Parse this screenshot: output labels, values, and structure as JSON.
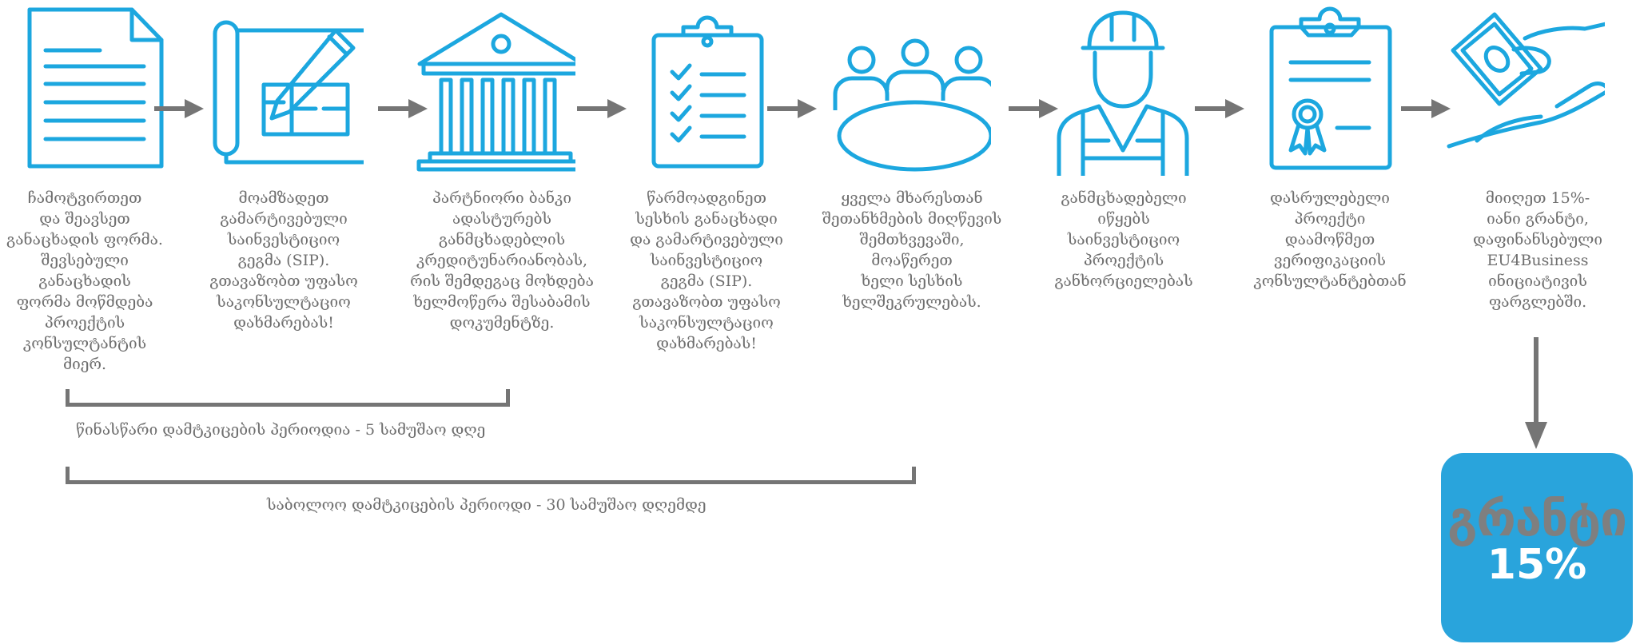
{
  "colors": {
    "icon_stroke": "#1ca7df",
    "arrow": "#757575",
    "grant_box": "#29a4dc",
    "text": "#6f6f6f"
  },
  "steps": [
    {
      "icon": "document-icon",
      "lines": [
        "ჩამოტვირთეთ",
        "და შეავსეთ",
        "განაცხადის ფორმა.",
        "შევსებული",
        "განაცხადის",
        "ფორმა მოწმდება",
        "პროექტის",
        "კონსულტანტის",
        "მიერ."
      ]
    },
    {
      "icon": "blueprint-pencil-icon",
      "lines": [
        "მოამზადეთ",
        "გამარტივებული",
        "საინვესტიციო",
        "გეგმა (SIP).",
        "გთავაზობთ უფასო",
        "საკონსულტაციო",
        "დახმარებას!"
      ]
    },
    {
      "icon": "bank-icon",
      "lines": [
        "პარტნიორი ბანკი",
        "ადასტურებს",
        "განმცხადებლის",
        "კრედიტუნარიანობას,",
        "რის შემდეგაც მოხდება",
        "ხელმოწერა შესაბამის",
        "დოკუმენტზე."
      ]
    },
    {
      "icon": "checklist-clipboard-icon",
      "lines": [
        "წარმოადგინეთ",
        "სესხის განაცხადი",
        "და გამარტივებული",
        "საინვესტიციო",
        "გეგმა (SIP).",
        "გთავაზობთ უფასო",
        "საკონსულტაციო",
        "დახმარებას!"
      ]
    },
    {
      "icon": "meeting-table-icon",
      "lines": [
        "ყველა მხარესთან",
        "შეთანხმების მიღწევის",
        "შემთხვევაში,",
        "მოაწერეთ",
        "ხელი სესხის",
        "ხელშეკრულებას."
      ]
    },
    {
      "icon": "worker-hardhat-icon",
      "lines": [
        "განმცხადებელი",
        "იწყებს",
        "საინვესტიციო",
        "პროექტის",
        "განხორციელებას"
      ]
    },
    {
      "icon": "certificate-clipboard-icon",
      "lines": [
        "დასრულებელი",
        "პროექტი",
        "დაამოწმეთ",
        "ვერიფიკაციის",
        "კონსულტანტებთან"
      ]
    },
    {
      "icon": "money-hand-icon",
      "lines": [
        "მიიღეთ 15%-",
        "იანი გრანტი,",
        "დაფინანსებული",
        "EU4Business",
        "ინიციატივის",
        "ფარგლებში."
      ]
    }
  ],
  "periods": {
    "preliminary": "წინასწარი დამტკიცების პერიოდია - 5 სამუშაო დღე",
    "final": "საბოლოო დამტკიცების პერიოდი - 30 სამუშაო დღემდე"
  },
  "grant": {
    "word": "გრანტი",
    "percent": "15%"
  }
}
